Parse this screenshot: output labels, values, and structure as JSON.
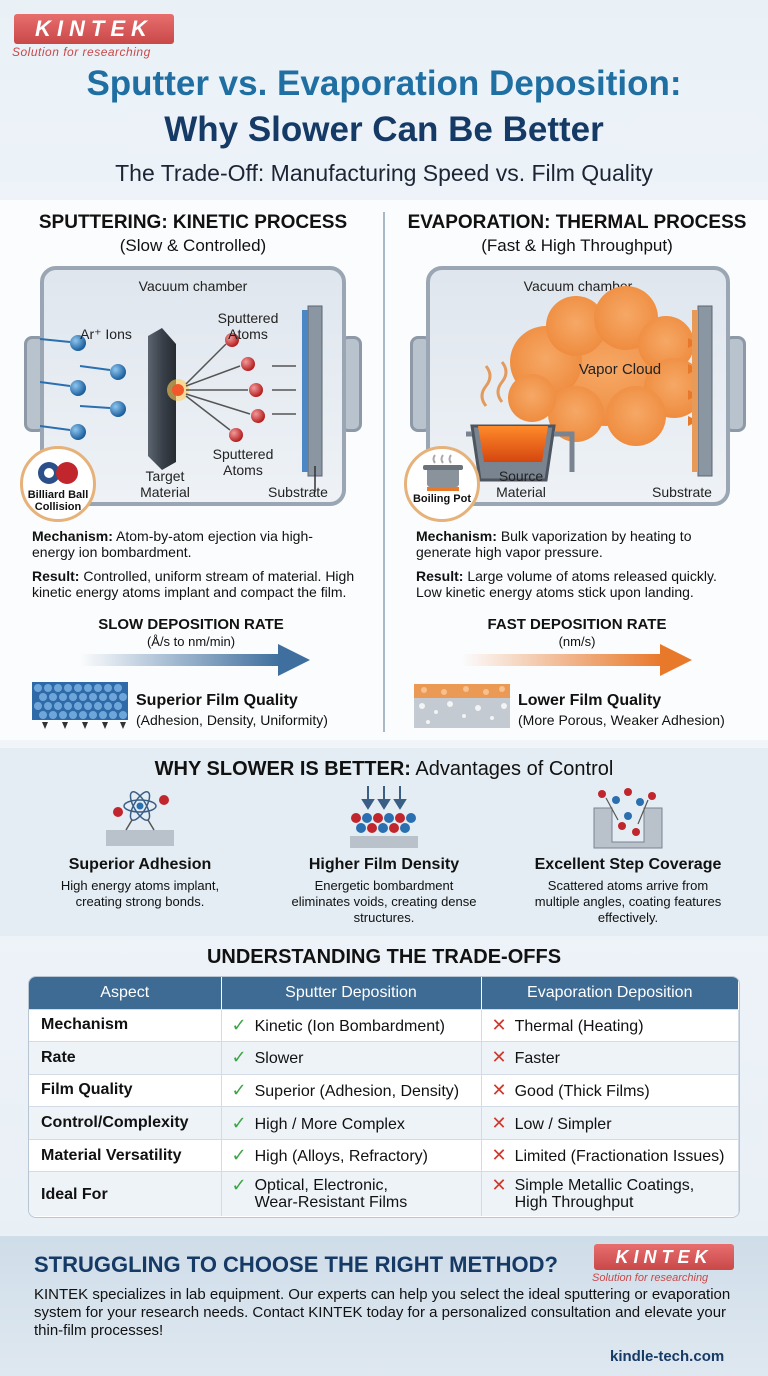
{
  "brand": {
    "logo": "KINTEK",
    "tagline": "Solution for researching",
    "url": "kindle-tech.com"
  },
  "header": {
    "title_line1": "Sputter vs. Evaporation Deposition:",
    "title_line2": "Why Slower Can Be Better",
    "subtitle": "The Trade-Off: Manufacturing Speed vs. Film Quality"
  },
  "sputtering": {
    "heading": "SPUTTERING: KINETIC PROCESS",
    "subheading": "(Slow & Controlled)",
    "chamber_label": "Vacuum chamber",
    "ions_label": "Ar⁺ Ions",
    "sputtered_top": "Sputtered Atoms",
    "sputtered_bottom": "Sputtered Atoms",
    "target_label": "Target Material",
    "substrate_label": "Substrate",
    "badge": "Billiard Ball Collision",
    "mechanism_label": "Mechanism:",
    "mechanism": "Atom-by-atom ejection via high-energy ion bombardment.",
    "result_label": "Result:",
    "result": "Controlled, uniform stream of material. High kinetic energy atoms implant and compact the film.",
    "rate_heading": "SLOW DEPOSITION RATE",
    "rate_unit": "(Å/s to nm/min)",
    "quality_title": "Superior Film Quality",
    "quality_sub": "(Adhesion, Density, Uniformity)"
  },
  "evaporation": {
    "heading": "EVAPORATION: THERMAL PROCESS",
    "subheading": "(Fast & High Throughput)",
    "chamber_label": "Vacuum chamber",
    "vapor_label": "Vapor Cloud",
    "source_label": "Source Material",
    "substrate_label": "Substrate",
    "badge": "Boiling Pot",
    "mechanism_label": "Mechanism:",
    "mechanism": "Bulk vaporization by heating to generate high vapor pressure.",
    "result_label": "Result:",
    "result": "Large volume of atoms released quickly. Low kinetic energy atoms stick upon landing.",
    "rate_heading": "FAST DEPOSITION RATE",
    "rate_unit": "(nm/s)",
    "quality_title": "Lower Film Quality",
    "quality_sub": "(More Porous, Weaker Adhesion)"
  },
  "why": {
    "title_bold": "WHY SLOWER IS BETTER:",
    "title_rest": " Advantages of Control",
    "items": [
      {
        "title": "Superior Adhesion",
        "desc": "High energy atoms implant, creating strong bonds."
      },
      {
        "title": "Higher Film Density",
        "desc": "Energetic bombardment eliminates voids, creating dense structures."
      },
      {
        "title": "Excellent Step Coverage",
        "desc": "Scattered atoms arrive from multiple angles, coating features effectively."
      }
    ]
  },
  "table": {
    "title": "UNDERSTANDING THE TRADE-OFFS",
    "headers": [
      "Aspect",
      "Sputter Deposition",
      "Evaporation Deposition"
    ],
    "rows": [
      {
        "aspect": "Mechanism",
        "sputter": "Kinetic (Ion Bombardment)",
        "evap": "Thermal (Heating)"
      },
      {
        "aspect": "Rate",
        "sputter": "Slower",
        "evap": "Faster"
      },
      {
        "aspect": "Film Quality",
        "sputter": "Superior (Adhesion, Density)",
        "evap": "Good (Thick Films)"
      },
      {
        "aspect": "Control/Complexity",
        "sputter": "High / More Complex",
        "evap": "Low / Simpler"
      },
      {
        "aspect": "Material Versatility",
        "sputter": "High (Alloys, Refractory)",
        "evap": "Limited (Fractionation Issues)"
      },
      {
        "aspect": "Ideal For",
        "sputter": "Optical, Electronic, Wear-Resistant Films",
        "evap": "Simple Metallic Coatings, High Throughput"
      }
    ]
  },
  "footer": {
    "title": "STRUGGLING TO CHOOSE THE RIGHT METHOD?",
    "text": "KINTEK specializes in lab equipment. Our experts can help you select the ideal sputtering or evaporation system for your research needs. Contact KINTEK today for a personalized consultation and elevate your thin-film processes!"
  },
  "colors": {
    "title_blue": "#1f6fa3",
    "navy": "#163a66",
    "accent_red": "#c94848",
    "orange": "#e8782a",
    "check_green": "#3aa542",
    "cross_red": "#d0392b"
  }
}
